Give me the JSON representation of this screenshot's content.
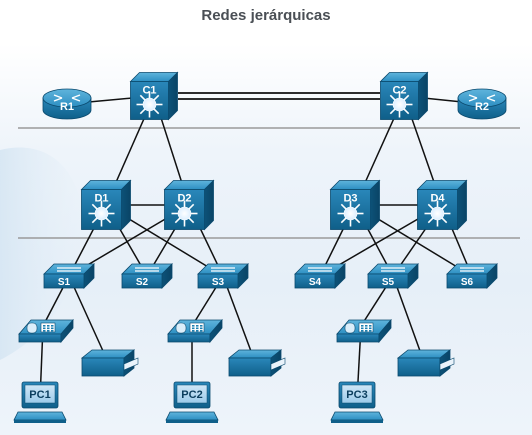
{
  "title": "Redes jerárquicas",
  "colors": {
    "device_dark": "#0e5a82",
    "device_mid": "#1d7fb0",
    "device_light": "#3a9dcc",
    "link": "#111111",
    "layer_divider": "#9a9a9a"
  },
  "devices": {
    "routers": [
      {
        "id": "R1",
        "label": "R1",
        "icon": "router-icon"
      },
      {
        "id": "R2",
        "label": "R2",
        "icon": "router-icon"
      }
    ],
    "core": [
      {
        "id": "C1",
        "label": "C1",
        "icon": "multilayer-switch-icon"
      },
      {
        "id": "C2",
        "label": "C2",
        "icon": "multilayer-switch-icon"
      }
    ],
    "distribution": [
      {
        "id": "D1",
        "label": "D1",
        "icon": "multilayer-switch-icon"
      },
      {
        "id": "D2",
        "label": "D2",
        "icon": "multilayer-switch-icon"
      },
      {
        "id": "D3",
        "label": "D3",
        "icon": "multilayer-switch-icon"
      },
      {
        "id": "D4",
        "label": "D4",
        "icon": "multilayer-switch-icon"
      }
    ],
    "access": [
      {
        "id": "S1",
        "label": "S1",
        "icon": "switch-icon"
      },
      {
        "id": "S2",
        "label": "S2",
        "icon": "switch-icon"
      },
      {
        "id": "S3",
        "label": "S3",
        "icon": "switch-icon"
      },
      {
        "id": "S4",
        "label": "S4",
        "icon": "switch-icon"
      },
      {
        "id": "S5",
        "label": "S5",
        "icon": "switch-icon"
      },
      {
        "id": "S6",
        "label": "S6",
        "icon": "switch-icon"
      }
    ],
    "phones": [
      {
        "id": "IP1",
        "icon": "ip-phone-icon"
      },
      {
        "id": "IP2",
        "icon": "ip-phone-icon"
      },
      {
        "id": "IP3",
        "icon": "ip-phone-icon"
      }
    ],
    "printers": [
      {
        "id": "PR1",
        "icon": "printer-icon"
      },
      {
        "id": "PR2",
        "icon": "printer-icon"
      },
      {
        "id": "PR3",
        "icon": "printer-icon"
      }
    ],
    "pcs": [
      {
        "id": "PC1",
        "label": "PC1",
        "icon": "pc-icon"
      },
      {
        "id": "PC2",
        "label": "PC2",
        "icon": "pc-icon"
      },
      {
        "id": "PC3",
        "label": "PC3",
        "icon": "pc-icon"
      }
    ]
  },
  "links": [
    [
      "R1",
      "C1"
    ],
    [
      "C1",
      "C2"
    ],
    [
      "C2",
      "R2"
    ],
    [
      "C1",
      "D1"
    ],
    [
      "C1",
      "D2"
    ],
    [
      "C2",
      "D3"
    ],
    [
      "C2",
      "D4"
    ],
    [
      "D1",
      "D2"
    ],
    [
      "D3",
      "D4"
    ],
    [
      "D1",
      "S1"
    ],
    [
      "D1",
      "S2"
    ],
    [
      "D1",
      "S3"
    ],
    [
      "D2",
      "S1"
    ],
    [
      "D2",
      "S2"
    ],
    [
      "D2",
      "S3"
    ],
    [
      "D3",
      "S4"
    ],
    [
      "D3",
      "S5"
    ],
    [
      "D3",
      "S6"
    ],
    [
      "D4",
      "S4"
    ],
    [
      "D4",
      "S5"
    ],
    [
      "D4",
      "S6"
    ],
    [
      "S1",
      "IP1"
    ],
    [
      "S1",
      "PR1"
    ],
    [
      "IP1",
      "PC1"
    ],
    [
      "S3",
      "IP2"
    ],
    [
      "S3",
      "PR2"
    ],
    [
      "IP2",
      "PC2"
    ],
    [
      "S5",
      "IP3"
    ],
    [
      "S5",
      "PR3"
    ],
    [
      "IP3",
      "PC3"
    ]
  ]
}
